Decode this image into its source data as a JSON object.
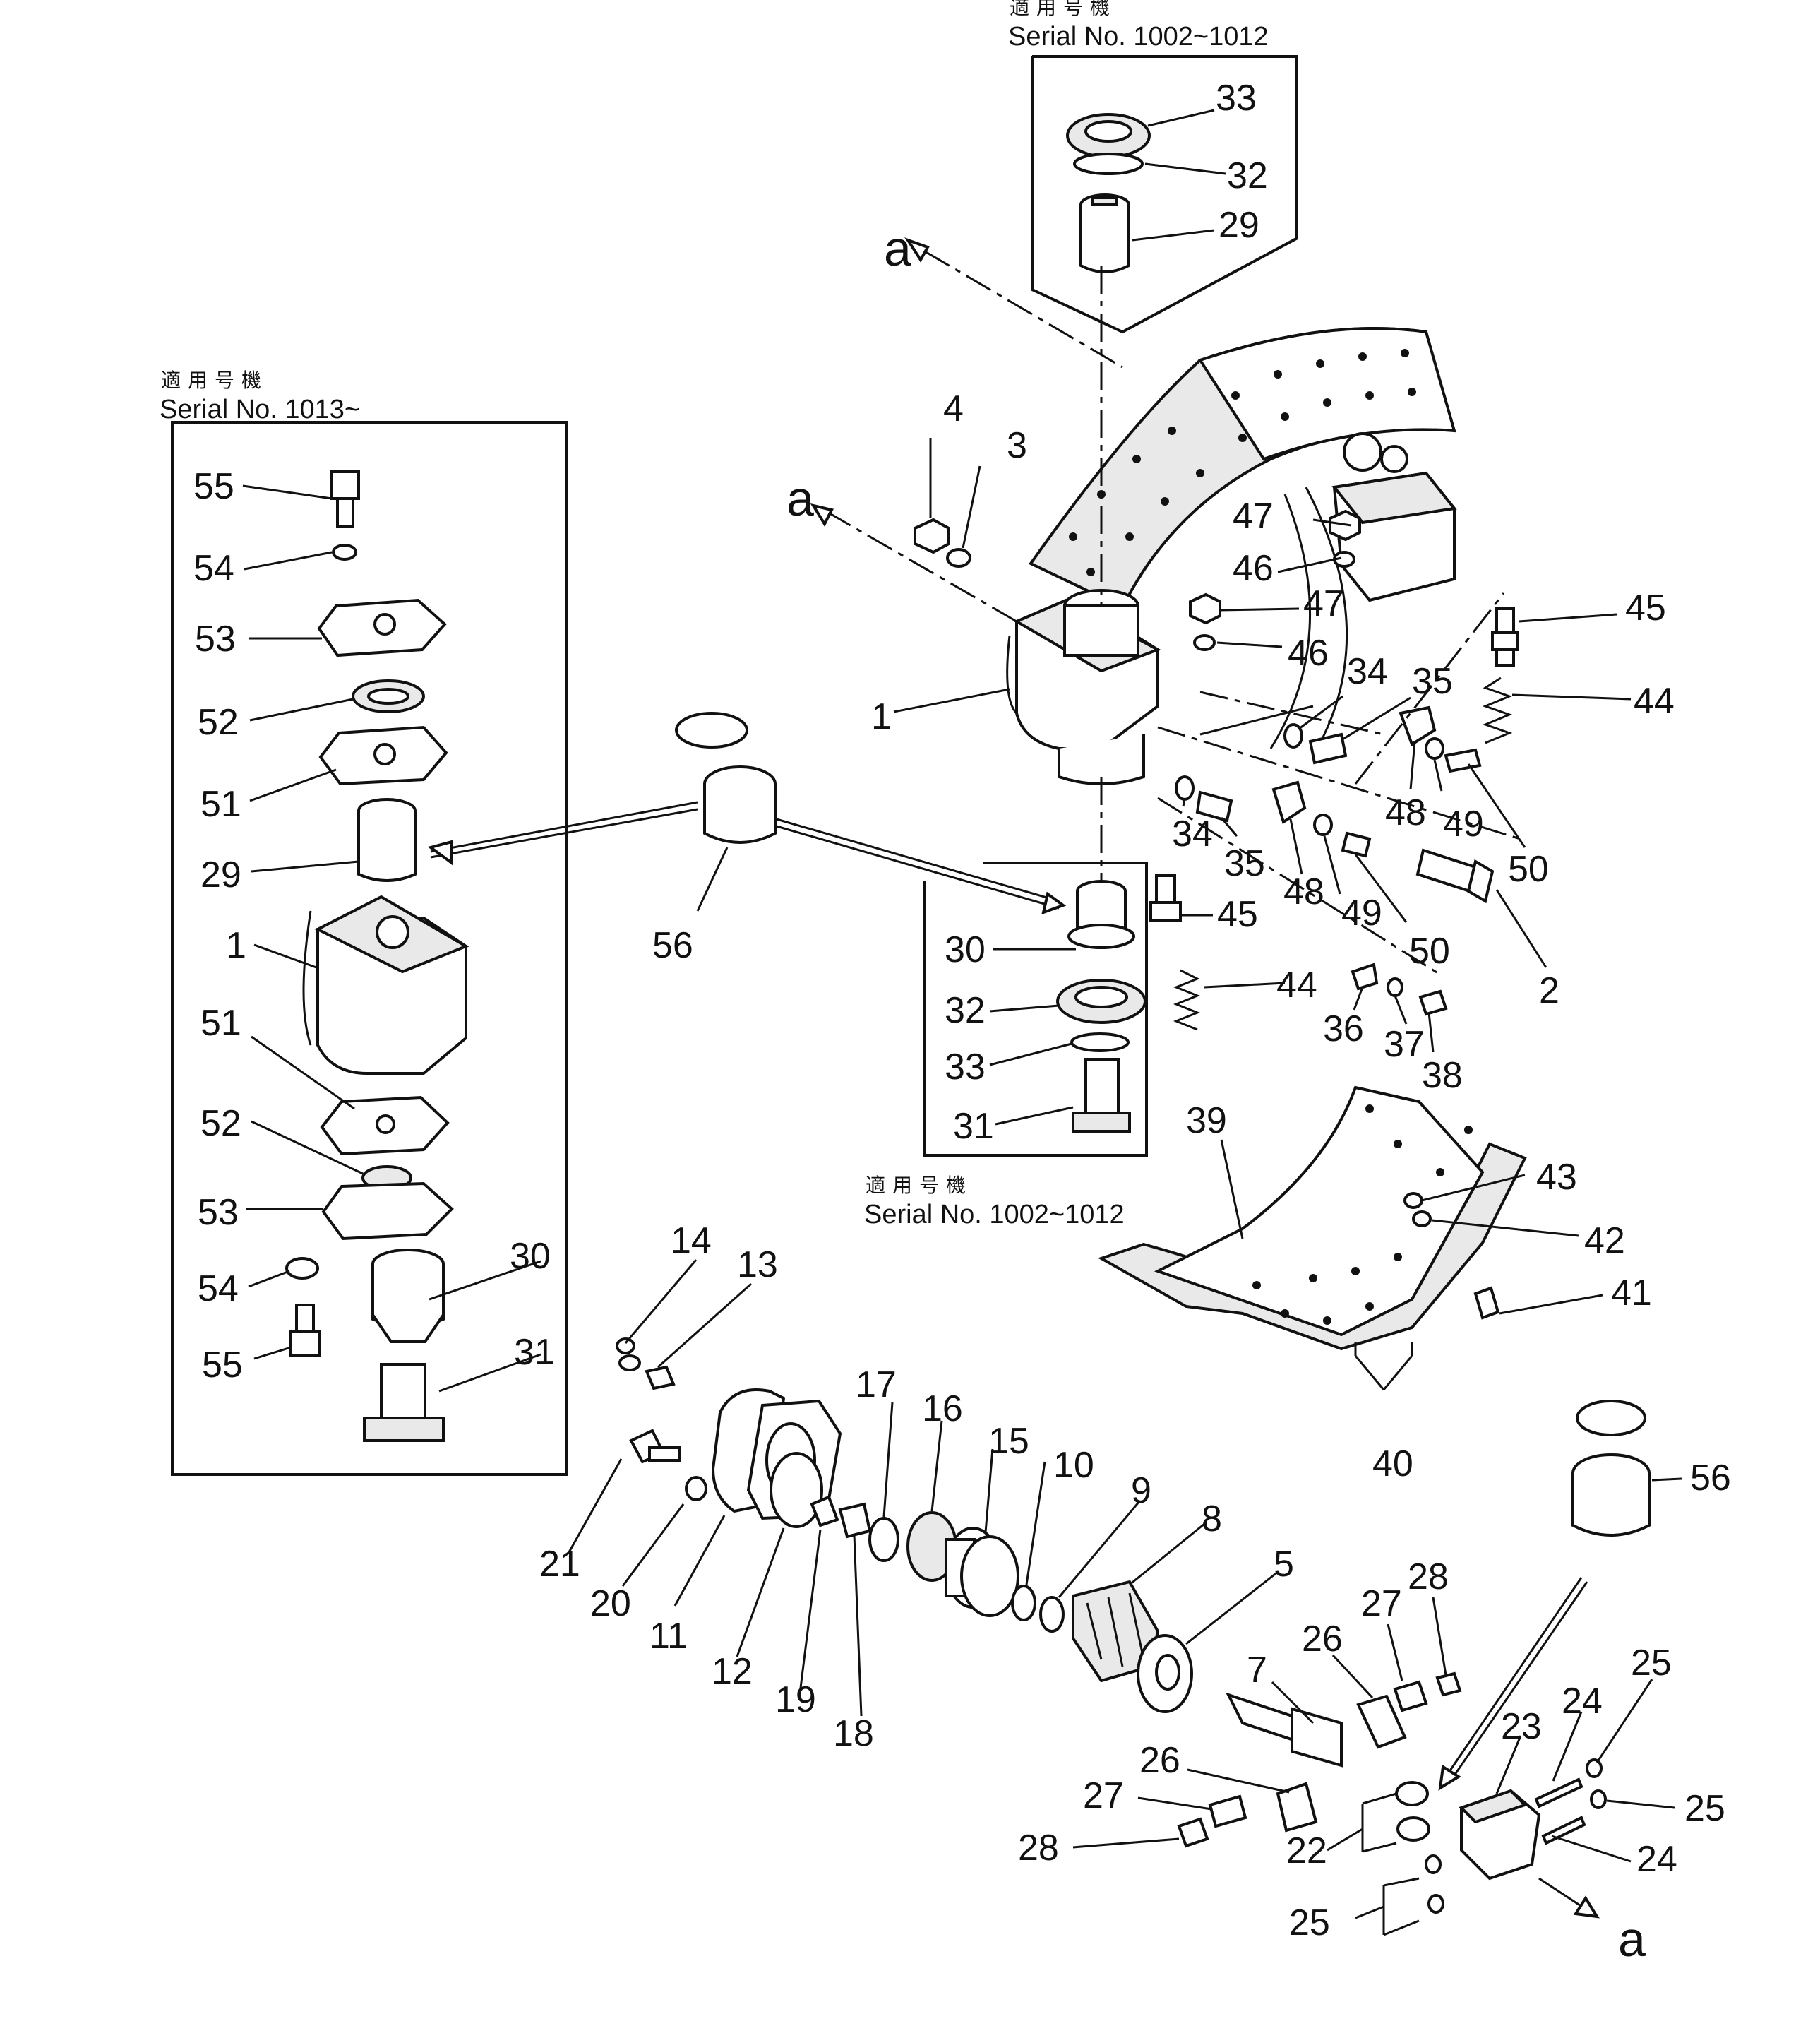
{
  "captions": {
    "top_applicable_jp": "適用号機",
    "top_serial": "Serial No. 1002~1012",
    "left_applicable_jp": "適用号機",
    "left_serial": "Serial No. 1013~",
    "bottom_applicable_jp": "適用号機",
    "bottom_serial": "Serial No. 1002~1012"
  },
  "direction_marks": {
    "a1": "a",
    "a2": "a",
    "a3": "a"
  },
  "part_labels": {
    "p33_top": "33",
    "p32_top": "32",
    "p29_top": "29",
    "p4": "4",
    "p3": "3",
    "p47a": "47",
    "p46a": "46",
    "p47b": "47",
    "p46b": "46",
    "p45a": "45",
    "p44a": "44",
    "p1_main": "1",
    "p34a": "34",
    "p35a": "35",
    "p34b": "34",
    "p35b": "35",
    "p48a": "48",
    "p49a": "49",
    "p50a": "50",
    "p48b": "48",
    "p49b": "49",
    "p50b": "50",
    "p2": "2",
    "p45b": "45",
    "p44b": "44",
    "p36": "36",
    "p37": "37",
    "p38": "38",
    "p30_mid": "30",
    "p32_mid": "32",
    "p33_mid": "33",
    "p31_mid": "31",
    "p56a": "56",
    "p55a": "55",
    "p54a": "54",
    "p53a": "53",
    "p52a": "52",
    "p51a": "51",
    "p29_left": "29",
    "p1_left": "1",
    "p51b": "51",
    "p52b": "52",
    "p53b": "53",
    "p54b": "54",
    "p55b": "55",
    "p30_left": "30",
    "p31_left": "31",
    "p39": "39",
    "p43": "43",
    "p42": "42",
    "p41": "41",
    "p40": "40",
    "p14": "14",
    "p13": "13",
    "p21": "21",
    "p20": "20",
    "p11": "11",
    "p12": "12",
    "p17": "17",
    "p16": "16",
    "p15": "15",
    "p10": "10",
    "p9": "9",
    "p8": "8",
    "p5": "5",
    "p19": "19",
    "p18": "18",
    "p7": "7",
    "p26a": "26",
    "p27a": "27",
    "p28a": "28",
    "p26b": "26",
    "p27b": "27",
    "p28b": "28",
    "p56b": "56",
    "p25a": "25",
    "p24a": "24",
    "p23": "23",
    "p25b": "25",
    "p22": "22",
    "p24b": "24",
    "p25c": "25"
  }
}
